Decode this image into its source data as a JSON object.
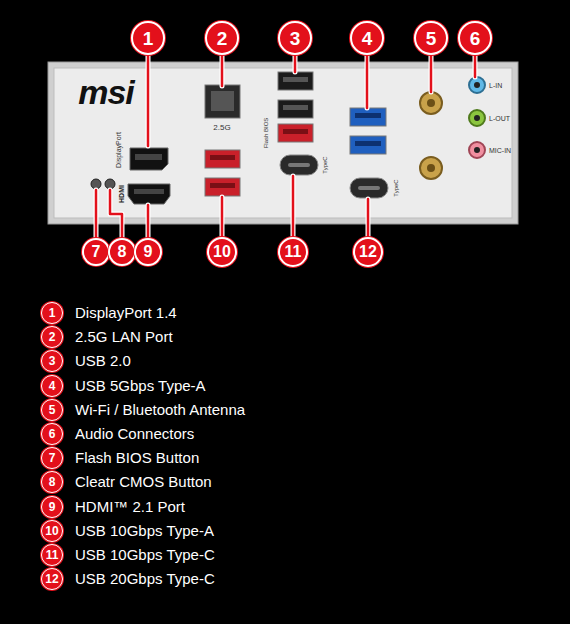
{
  "diagram": {
    "nodes": [
      {
        "text": [
          "1"
        ]
      },
      {
        "text": [
          "2"
        ]
      },
      {
        "text": [
          "3"
        ]
      },
      {
        "text": [
          "4"
        ]
      },
      {
        "text": [
          "5"
        ]
      },
      {
        "text": [
          "6"
        ]
      },
      {
        "text": [
          "7"
        ]
      },
      {
        "text": [
          "8"
        ]
      },
      {
        "text": [
          "9"
        ]
      },
      {
        "text": [
          "10"
        ]
      },
      {
        "text": [
          "11"
        ]
      },
      {
        "text": [
          "12"
        ]
      },
      {
        "text": [
          "1",
          "DisplayPort 1.4"
        ]
      },
      {
        "text": [
          "2",
          "2.5G LAN Port"
        ]
      },
      {
        "text": [
          "3",
          "USB 2.0"
        ]
      },
      {
        "text": [
          "4",
          "USB 5Gbps Type-A"
        ]
      },
      {
        "text": [
          "5",
          "Wi-Fi / Bluetooth Antenna"
        ]
      },
      {
        "text": [
          "6",
          "Audio Connectors"
        ]
      },
      {
        "text": [
          "7",
          "Flash BIOS Button"
        ]
      },
      {
        "text": [
          "8",
          "Cleatr CMOS Button"
        ]
      },
      {
        "text": [
          "9",
          "HDMI™ 2.1 Port"
        ]
      },
      {
        "text": [
          "10",
          "USB 10Gbps Type-A"
        ]
      },
      {
        "text": [
          "11",
          "USB 10Gbps Type-C"
        ]
      },
      {
        "text": [
          "12",
          "USB 20Gbps Type-C"
        ]
      }
    ],
    "labels": [
      "msi",
      "2.5G",
      "DisplayPort",
      "HDMI",
      "Flash BIOS",
      "TypeC",
      "TypeC",
      "L-IN",
      "L-OUT",
      "MIC-IN"
    ]
  }
}
